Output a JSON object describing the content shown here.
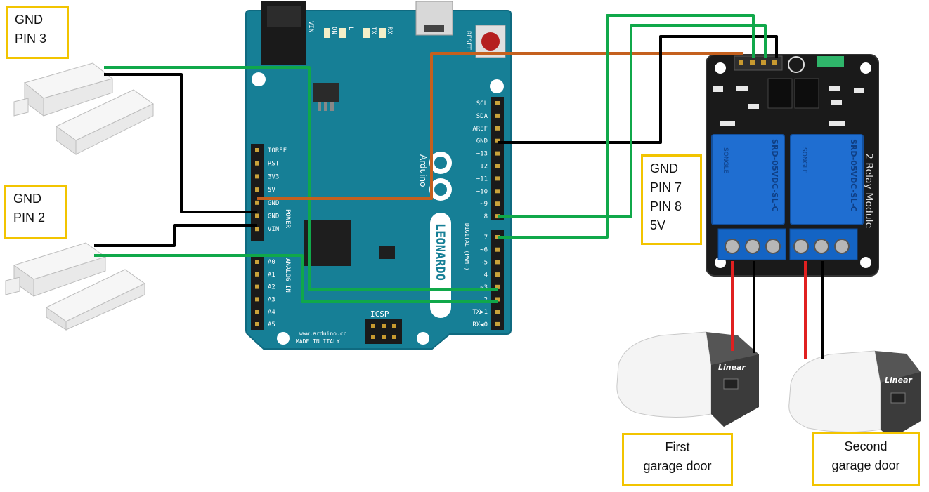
{
  "labels": {
    "sensor1": [
      "GND",
      "PIN 3"
    ],
    "sensor2": [
      "GND",
      "PIN 2"
    ],
    "relay": [
      "GND",
      "PIN 7",
      "PIN 8",
      "5V"
    ],
    "door1": [
      "First",
      "garage door"
    ],
    "door2": [
      "Second",
      "garage door"
    ]
  },
  "arduino": {
    "name": "LEONARDO",
    "brand": "Arduino",
    "url": "www.arduino.cc",
    "made_in": "MADE IN ITALY",
    "icsp": "ICSP",
    "reset": "RESET",
    "power_header": "POWER",
    "analog_header": "ANALOG IN",
    "digital_header": "DIGITAL (PWM~)",
    "power_pins": [
      "IOREF",
      "RST",
      "3V3",
      "5V",
      "GND",
      "GND",
      "VIN"
    ],
    "analog_pins": [
      "A0",
      "A1",
      "A2",
      "A3",
      "A4",
      "A5"
    ],
    "digital_top": [
      "SCL",
      "SDA",
      "AREF",
      "GND",
      "~13",
      "12",
      "~11",
      "~10",
      "~9",
      "8"
    ],
    "digital_bottom": [
      "7",
      "~6",
      "~5",
      "4",
      "~3",
      "2",
      "TX▶1",
      "RX◀0"
    ],
    "leds": [
      "ON",
      "L",
      "TX",
      "RX"
    ],
    "vin": "VIN"
  },
  "relay_module": {
    "title": "2 Relay Module",
    "relay_text": "SRD-05VDC-SL-C",
    "brand": "SONGLE"
  },
  "opener_brand": "Linear",
  "colors": {
    "board": "#167f96",
    "board_edge": "#0f6a80",
    "relay_board": "#1a1a1a",
    "relay_blue": "#1f6ed1",
    "terminal_blue": "#1464c4",
    "wire_green": "#10a84a",
    "wire_black": "#000000",
    "wire_orange": "#c4601e",
    "wire_red": "#e02020",
    "label_border": "#f2c400"
  }
}
